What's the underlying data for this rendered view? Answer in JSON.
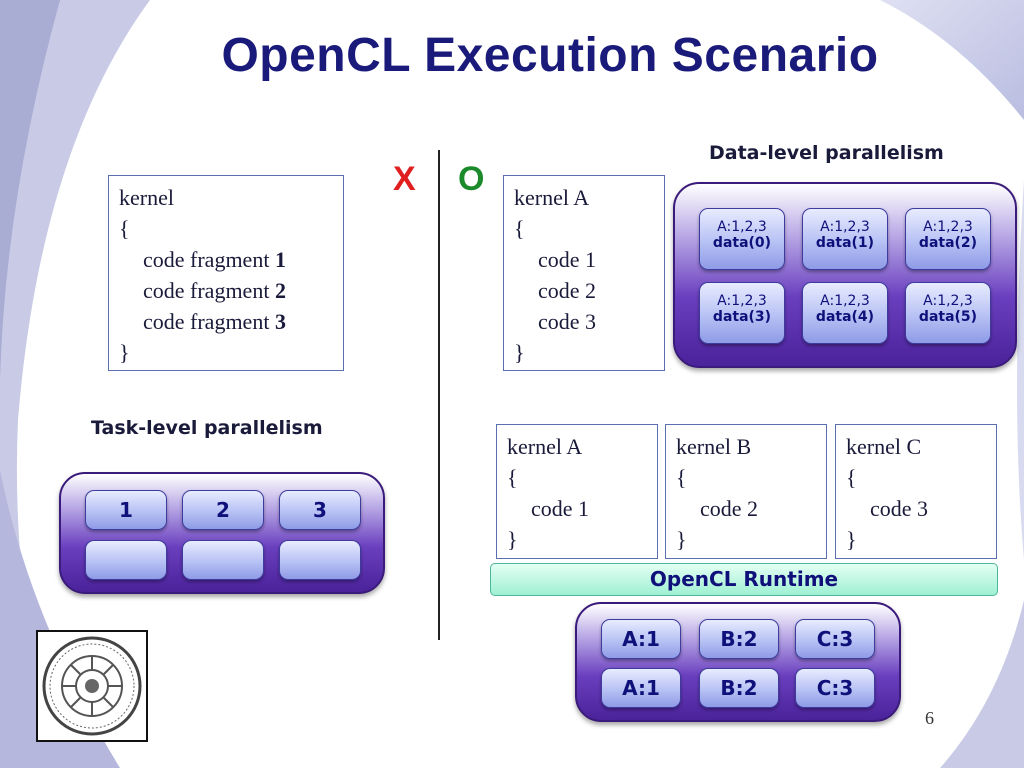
{
  "slide": {
    "title": "OpenCL Execution Scenario",
    "page_number": "6"
  },
  "marks": {
    "wrong": "X",
    "right": "O"
  },
  "left_kernel": {
    "lines": [
      "kernel",
      "{",
      "code fragment ",
      "code fragment ",
      "code fragment ",
      "}"
    ],
    "fragment_numbers": [
      "1",
      "2",
      "3"
    ]
  },
  "right_kernel": {
    "lines": [
      "kernel A",
      "{",
      "code 1",
      "code 2",
      "code 3",
      "}"
    ]
  },
  "task_level": {
    "heading": "Task-level parallelism",
    "tiles_top": [
      "1",
      "2",
      "3"
    ],
    "tiles_bottom": [
      "",
      "",
      ""
    ]
  },
  "data_level": {
    "heading": "Data-level parallelism",
    "tiles": [
      {
        "line1": "A:1,2,3",
        "line2": "data(0)"
      },
      {
        "line1": "A:1,2,3",
        "line2": "data(1)"
      },
      {
        "line1": "A:1,2,3",
        "line2": "data(2)"
      },
      {
        "line1": "A:1,2,3",
        "line2": "data(3)"
      },
      {
        "line1": "A:1,2,3",
        "line2": "data(4)"
      },
      {
        "line1": "A:1,2,3",
        "line2": "data(5)"
      }
    ]
  },
  "kernels_abc": [
    {
      "lines": [
        "kernel A",
        "{",
        "code 1",
        "}"
      ]
    },
    {
      "lines": [
        "kernel B",
        "{",
        "code 2",
        "}"
      ]
    },
    {
      "lines": [
        "kernel C",
        "{",
        "code 3",
        "}"
      ]
    }
  ],
  "runtime": {
    "label": "OpenCL Runtime"
  },
  "runtime_panel": {
    "tiles": [
      "A:1",
      "B:2",
      "C:3",
      "A:1",
      "B:2",
      "C:3"
    ]
  },
  "colors": {
    "title": "#1a1a7a",
    "wrong_mark": "#e02020",
    "right_mark": "#1a8a2a",
    "panel_purple": "#6a3fbf",
    "runtime_green": "#9ef0d2"
  },
  "icons": {
    "logo": "university-seal-logo"
  }
}
